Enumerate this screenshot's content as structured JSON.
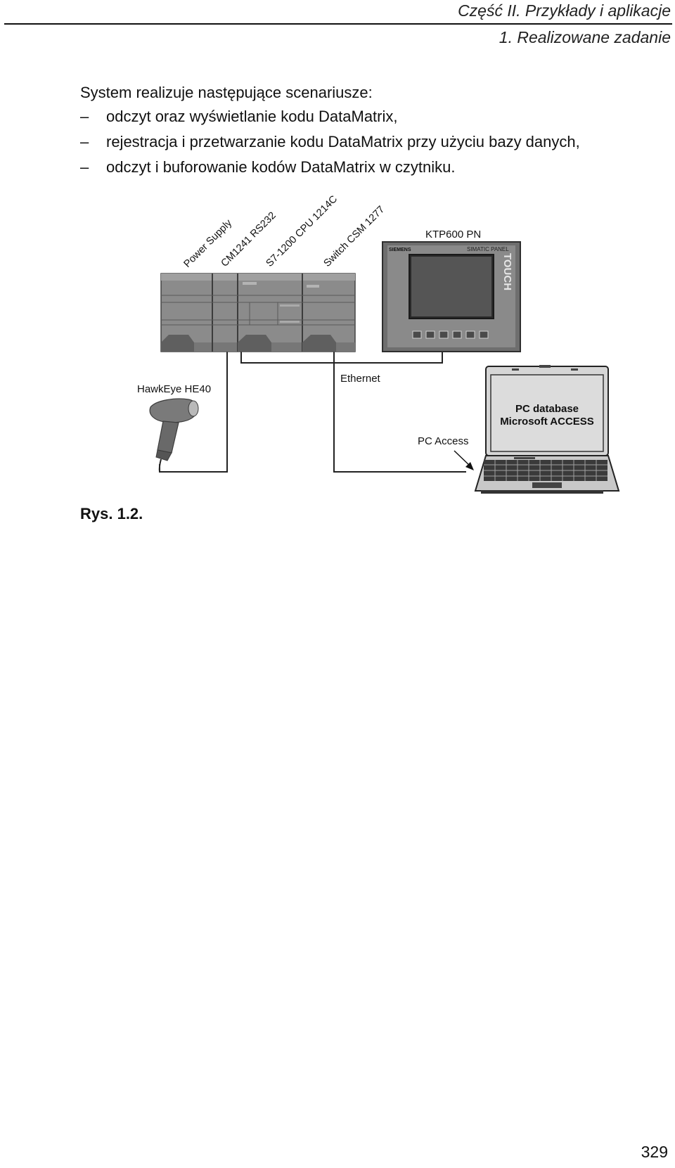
{
  "header": {
    "part": "Część II. Przykłady i aplikacje",
    "chapter": "1. Realizowane zadanie"
  },
  "body": {
    "intro": "System realizuje następujące scenariusze:",
    "dash": "–",
    "items": [
      "odczyt oraz wyświetlanie kodu DataMatrix,",
      "rejestracja i przetwarzanie kodu DataMatrix przy użyciu bazy danych,",
      "odczyt i buforowanie kodów DataMatrix w czytniku."
    ]
  },
  "figure": {
    "labels": {
      "power_supply": "Power Supply",
      "cm1241": "CM1241 RS232",
      "s7_1200": "S7-1200 CPU 1214C",
      "switch": "Switch CSM 1277",
      "ktp600": "KTP600 PN",
      "hawkeye": "HawkEye HE40",
      "ethernet": "Ethernet",
      "pc_access": "PC Access",
      "pc_database_line1": "PC database",
      "pc_database_line2": "Microsoft ACCESS"
    },
    "panel_markings": {
      "brand": "SIEMENS",
      "model": "SIMATIC PANEL",
      "touch": "TOUCH"
    },
    "caption": "Rys. 1.2."
  },
  "footer": {
    "page_number": "329"
  }
}
